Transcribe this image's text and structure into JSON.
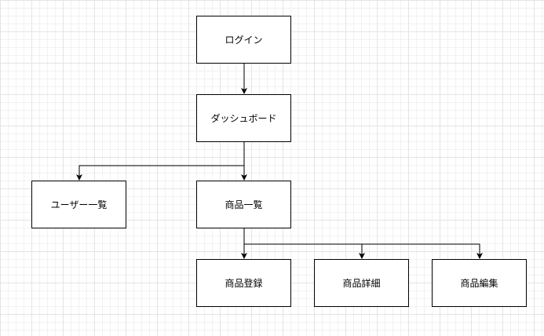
{
  "diagram": {
    "nodes": {
      "login": "ログイン",
      "dashboard": "ダッシュボード",
      "user_list": "ユーザー一覧",
      "product_list": "商品一覧",
      "product_register": "商品登録",
      "product_detail": "商品詳細",
      "product_edit": "商品編集"
    },
    "edges": [
      {
        "from": "login",
        "to": "dashboard"
      },
      {
        "from": "dashboard",
        "to": "user_list"
      },
      {
        "from": "dashboard",
        "to": "product_list"
      },
      {
        "from": "product_list",
        "to": "product_register"
      },
      {
        "from": "product_list",
        "to": "product_detail"
      },
      {
        "from": "product_list",
        "to": "product_edit"
      }
    ],
    "colors": {
      "stroke": "#000000",
      "fill": "#ffffff",
      "grid": "#e4e4e4"
    }
  }
}
